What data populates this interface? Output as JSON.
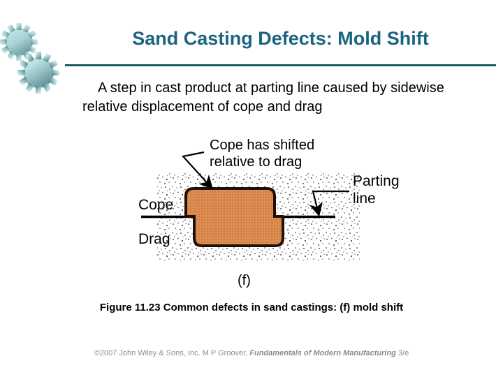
{
  "slide": {
    "title": "Sand Casting Defects: Mold Shift",
    "title_color": "#1a6480",
    "rule_color": "#1d5c63",
    "background": "#ffffff",
    "body_text": "A step in cast product at parting line caused by sidewise relative displacement of cope and drag"
  },
  "decor": {
    "gear_icon_name": "gear-icon",
    "gear_color_light": "#bfe3e3",
    "gear_color_dark": "#5f8f94"
  },
  "figure": {
    "panel_label": "(f)",
    "casting_color": "#d98a4e",
    "casting_outline": "#231005",
    "sand_stipple_color": "#1a1a1a",
    "parting_line_color": "#000000",
    "labels": {
      "cope": "Cope",
      "drag": "Drag",
      "callout_shift_line1": "Cope has shifted",
      "callout_shift_line2": "relative to drag",
      "callout_parting_line1": "Parting",
      "callout_parting_line2": "line"
    },
    "caption": "Figure 11.23  Common defects in sand castings: (f) mold shift"
  },
  "footer": {
    "copyright": "©2007 John Wiley & Sons, Inc.  M P Groover, ",
    "book_title": "Fundamentals of Modern Manufacturing",
    "edition": " 3/e"
  }
}
